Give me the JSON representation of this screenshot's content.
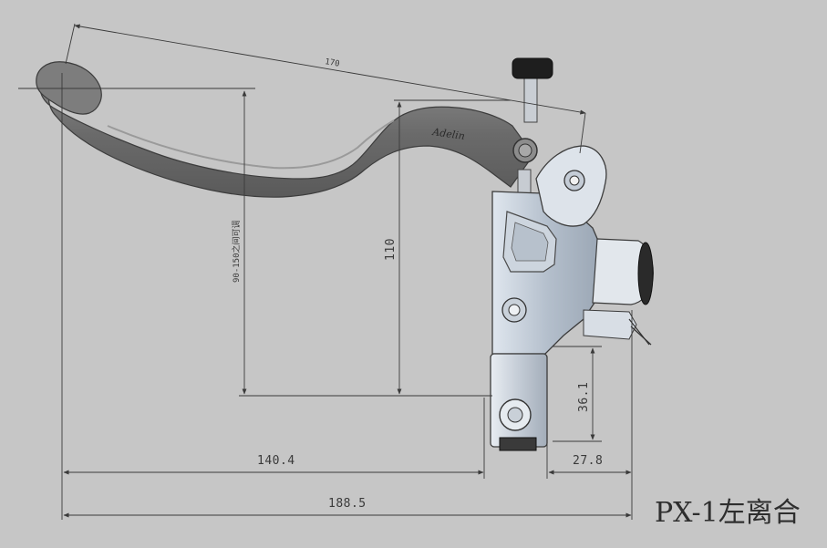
{
  "drawing": {
    "title": "PX-1左离合",
    "brand": "Adelin",
    "dimensions": {
      "overall_lever_length": "170",
      "grip_reach_range": "90-150之间可调",
      "pivot_height": "110",
      "lever_to_clamp_width": "140.4",
      "total_width": "188.5",
      "clamp_center_height": "36.1",
      "clamp_to_edge_width": "27.8"
    },
    "colors": {
      "background": "#c6c6c6",
      "lever": "#6f6f6f",
      "body": "#b9c4d0",
      "dimension_line": "#3a3a3a"
    }
  }
}
